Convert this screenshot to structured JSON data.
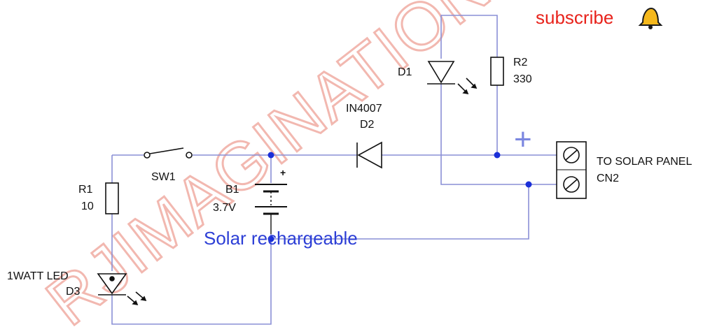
{
  "watermark": "RJIMAGINATION",
  "subscribe": {
    "label": "subscribe",
    "icon": "bell-icon",
    "color": "#e8231c"
  },
  "components": {
    "r1": {
      "ref": "R1",
      "value": "10"
    },
    "r2": {
      "ref": "R2",
      "value": "330"
    },
    "sw1": {
      "ref": "SW1"
    },
    "b1": {
      "ref": "B1",
      "value": "3.7V",
      "polarity": "+"
    },
    "d1": {
      "ref": "D1"
    },
    "d2": {
      "part": "IN4007",
      "ref": "D2"
    },
    "d3": {
      "part": "1WATT LED",
      "ref": "D3"
    },
    "cn2": {
      "label": "TO SOLAR PANEL",
      "ref": "CN2"
    }
  },
  "annotations": {
    "plus_sign": "+",
    "battery_note": "Solar rechargeable"
  },
  "colors": {
    "wire": "#8a8fd6",
    "junction": "#1a2fd8",
    "symbol": "#111111",
    "watermark": "#f2b8b0",
    "note": "#2d3fd6"
  }
}
